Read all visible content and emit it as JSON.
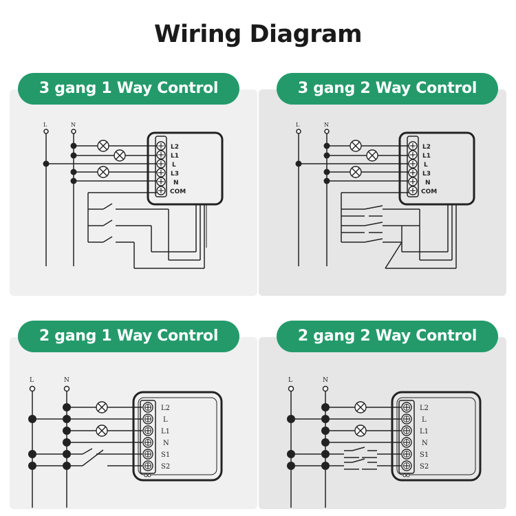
{
  "title": "Wiring Diagram",
  "colors": {
    "accent": "#249a6b",
    "panel": "#f0f0f0",
    "line": "#222222"
  },
  "panels": [
    {
      "label": "3 gang 1 Way Control",
      "supply": [
        "L",
        "N"
      ],
      "terminals": [
        "L2",
        "L1",
        "L",
        "L3",
        "N",
        "COM"
      ]
    },
    {
      "label": "3 gang 2 Way Control",
      "supply": [
        "L",
        "N"
      ],
      "terminals": [
        "L2",
        "L1",
        "L",
        "L3",
        "N",
        "COM"
      ]
    },
    {
      "label": "2 gang 1 Way Control",
      "supply": [
        "L",
        "N"
      ],
      "terminals": [
        "L2",
        "L",
        "L1",
        "N",
        "S1",
        "S2"
      ]
    },
    {
      "label": "2 gang 2 Way Control",
      "supply": [
        "L",
        "N"
      ],
      "terminals": [
        "L2",
        "L",
        "L1",
        "N",
        "S1",
        "S2"
      ]
    }
  ]
}
